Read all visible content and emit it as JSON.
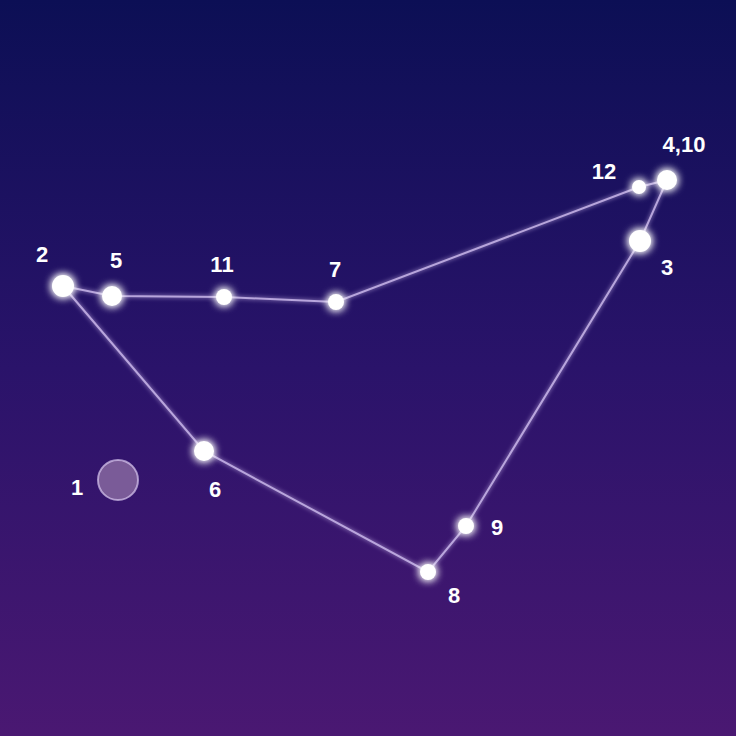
{
  "diagram": {
    "labels": [
      "4,10",
      "12",
      "2",
      "5",
      "11",
      "7",
      "3",
      "1",
      "6",
      "9",
      "8"
    ]
  }
}
